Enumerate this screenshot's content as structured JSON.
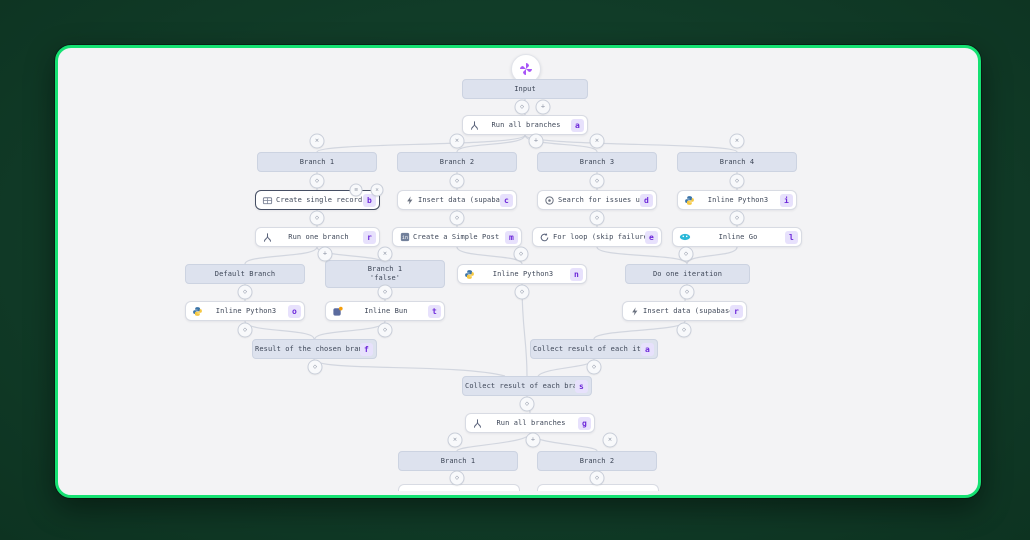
{
  "colors": {
    "page_bg": "#113c28",
    "card_border_green": "#15e172",
    "canvas_bg": "#f3f3f5",
    "header_node_bg": "#dde2ee",
    "badge_bg": "#e7e1fc",
    "badge_text": "#6d28d9",
    "edge": "#d2d6df",
    "selected_border": "#454e63"
  },
  "logo": {
    "name": "windmill-logo"
  },
  "controls": {
    "add_step": "◇",
    "delete": "×",
    "add_branch": "+",
    "drag": "≡"
  },
  "nodes": {
    "input": {
      "label": "Input"
    },
    "run_all_top": {
      "label": "Run all branches",
      "badge": "a",
      "icon": "branch-icon"
    },
    "branch1_top": {
      "label": "Branch 1"
    },
    "branch2_top": {
      "label": "Branch 2"
    },
    "branch3_top": {
      "label": "Branch 3"
    },
    "branch4_top": {
      "label": "Branch 4"
    },
    "create_single": {
      "label": "Create single record (airtable)",
      "badge": "b",
      "icon": "airtable-icon",
      "selected": true
    },
    "insert_top": {
      "label": "Insert data (supabase)",
      "badge": "c",
      "icon": "supabase-icon"
    },
    "search_jql": {
      "label": "Search for issues using JQL (...",
      "badge": "d",
      "icon": "jira-icon"
    },
    "python_b4": {
      "label": "Inline Python3",
      "badge": "i",
      "icon": "python-icon"
    },
    "run_one": {
      "label": "Run one branch",
      "badge": "r",
      "icon": "branch-icon"
    },
    "simple_post": {
      "label": "Create a Simple Post (User) (...",
      "badge": "m",
      "icon": "linkedin-icon"
    },
    "for_loop": {
      "label": "For loop (skip failures)",
      "badge": "e",
      "icon": "loop-icon"
    },
    "inline_go": {
      "label": "Inline Go",
      "badge": "l",
      "icon": "go-icon"
    },
    "default_branch": {
      "label": "Default Branch"
    },
    "branch1_false": {
      "line1": "Branch 1",
      "line2": "'false'"
    },
    "python_mid": {
      "label": "Inline Python3",
      "badge": "n",
      "icon": "python-icon"
    },
    "do_one_iter": {
      "label": "Do one iteration"
    },
    "python_default": {
      "label": "Inline Python3",
      "badge": "o",
      "icon": "python-icon"
    },
    "inline_bun": {
      "label": "Inline Bun",
      "badge": "t",
      "icon": "bun-icon"
    },
    "insert_right": {
      "label": "Insert data (supabase)",
      "badge": "r",
      "icon": "supabase-icon"
    },
    "result_chosen": {
      "label": "Result of the chosen branch",
      "badge": "f"
    },
    "collect_iter": {
      "label": "Collect result of each iterat...",
      "badge": "a"
    },
    "collect_branch": {
      "label": "Collect result of each branch",
      "badge": "s"
    },
    "run_all_bottom": {
      "label": "Run all branches",
      "badge": "g",
      "icon": "branch-icon"
    },
    "branch1_bottom": {
      "label": "Branch 1"
    },
    "branch2_bottom": {
      "label": "Branch 2"
    }
  }
}
